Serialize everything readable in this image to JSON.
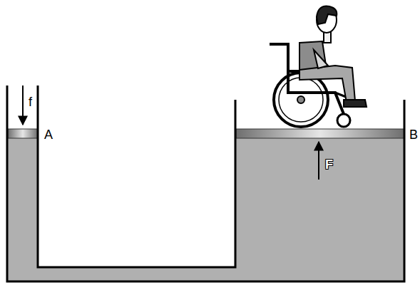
{
  "diagram": {
    "labels": [
      "f",
      "A",
      "B",
      "F"
    ]
  }
}
